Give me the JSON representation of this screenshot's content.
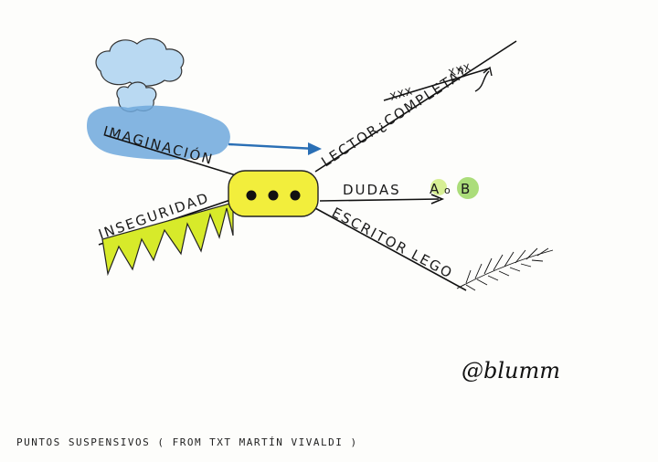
{
  "center_node": {
    "label": "• • •"
  },
  "branches": {
    "imaginacion": "IMAGINACIÓN",
    "inseguridad": "INSEGURIDAD",
    "lector": "LECTOR¿COMPLETA?",
    "lector_sub_left": "XXX",
    "lector_sub_right": "XXX",
    "dudas": "DUDAS",
    "dudas_a": "A",
    "dudas_o": "o",
    "dudas_b": "B",
    "escritor": "ESCRITOR LEGO"
  },
  "signature": "@blumm",
  "caption": "PUNTOS SUSPENSIVOS ( FROM TXT MARTÍN VIVALDI )",
  "colors": {
    "center_fill": "#f2ee3c",
    "imagination_fill": "#6fa8dc",
    "cloud_fill": "#b9d9f2",
    "spikes_fill": "#d7ea2a",
    "dudas_highlight": "#8fd14f",
    "arrow_blue": "#2a6fb5"
  }
}
